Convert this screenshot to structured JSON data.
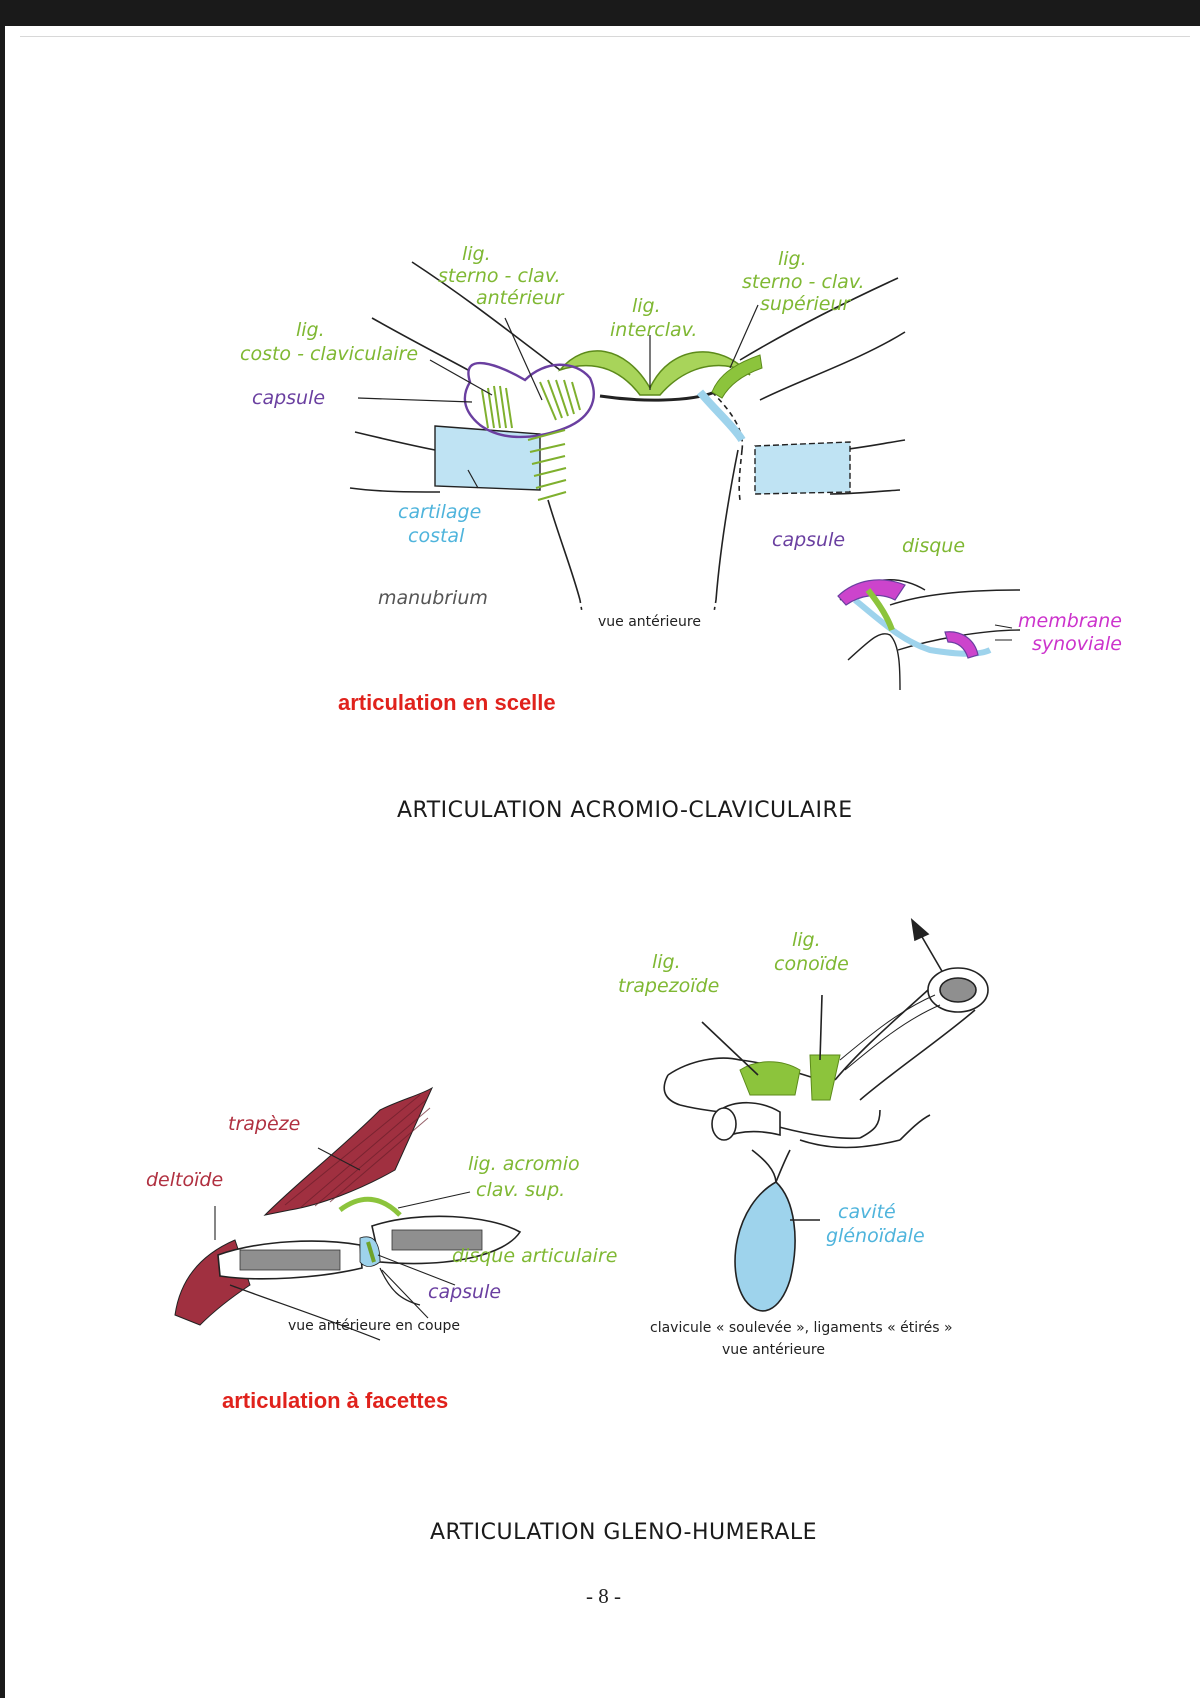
{
  "figure1": {
    "labels": {
      "lig_sterno_ant": [
        "lig.",
        "sterno - clav.",
        "antérieur"
      ],
      "lig_sterno_sup": [
        "lig.",
        "sterno - clav.",
        "supérieur"
      ],
      "lig_interclav": [
        "lig.",
        "interclav."
      ],
      "lig_costo": [
        "lig.",
        "costo - claviculaire"
      ],
      "capsule": "capsule",
      "cartilage": [
        "cartilage",
        "costal"
      ],
      "manubrium": "manubrium",
      "inset_capsule": "capsule",
      "inset_disque": "disque",
      "inset_membrane": [
        "membrane",
        "synoviale"
      ]
    },
    "caption": "vue antérieure",
    "type_label": "articulation en scelle"
  },
  "section2_title": "ARTICULATION ACROMIO-CLAVICULAIRE",
  "figure2": {
    "labels": {
      "trapeze": "trapèze",
      "deltoide": "deltoïde",
      "lig_acromio": [
        "lig. acromio",
        "clav. sup."
      ],
      "disque_articulaire": "disque articulaire",
      "capsule": "capsule"
    },
    "caption": "vue antérieure en coupe"
  },
  "figure3": {
    "labels": {
      "lig_trapezoide": [
        "lig.",
        "trapezoïde"
      ],
      "lig_conoide": [
        "lig.",
        "conoïde"
      ],
      "cavite": [
        "cavité",
        "glénoïdale"
      ]
    },
    "caption": [
      "clavicule « soulevée », ligaments « étirés »",
      "vue antérieure"
    ]
  },
  "type_label_2": "articulation à facettes",
  "section3_title": "ARTICULATION GLENO-HUMERALE",
  "page_number": "- 8 -",
  "colors": {
    "ligament_green": "#8cc43c",
    "capsule_purple": "#6a3fa0",
    "cartilage_blue": "#b5def0",
    "synovial_magenta": "#cc33cc",
    "muscle_red": "#a03040",
    "type_red": "#e0221c"
  }
}
